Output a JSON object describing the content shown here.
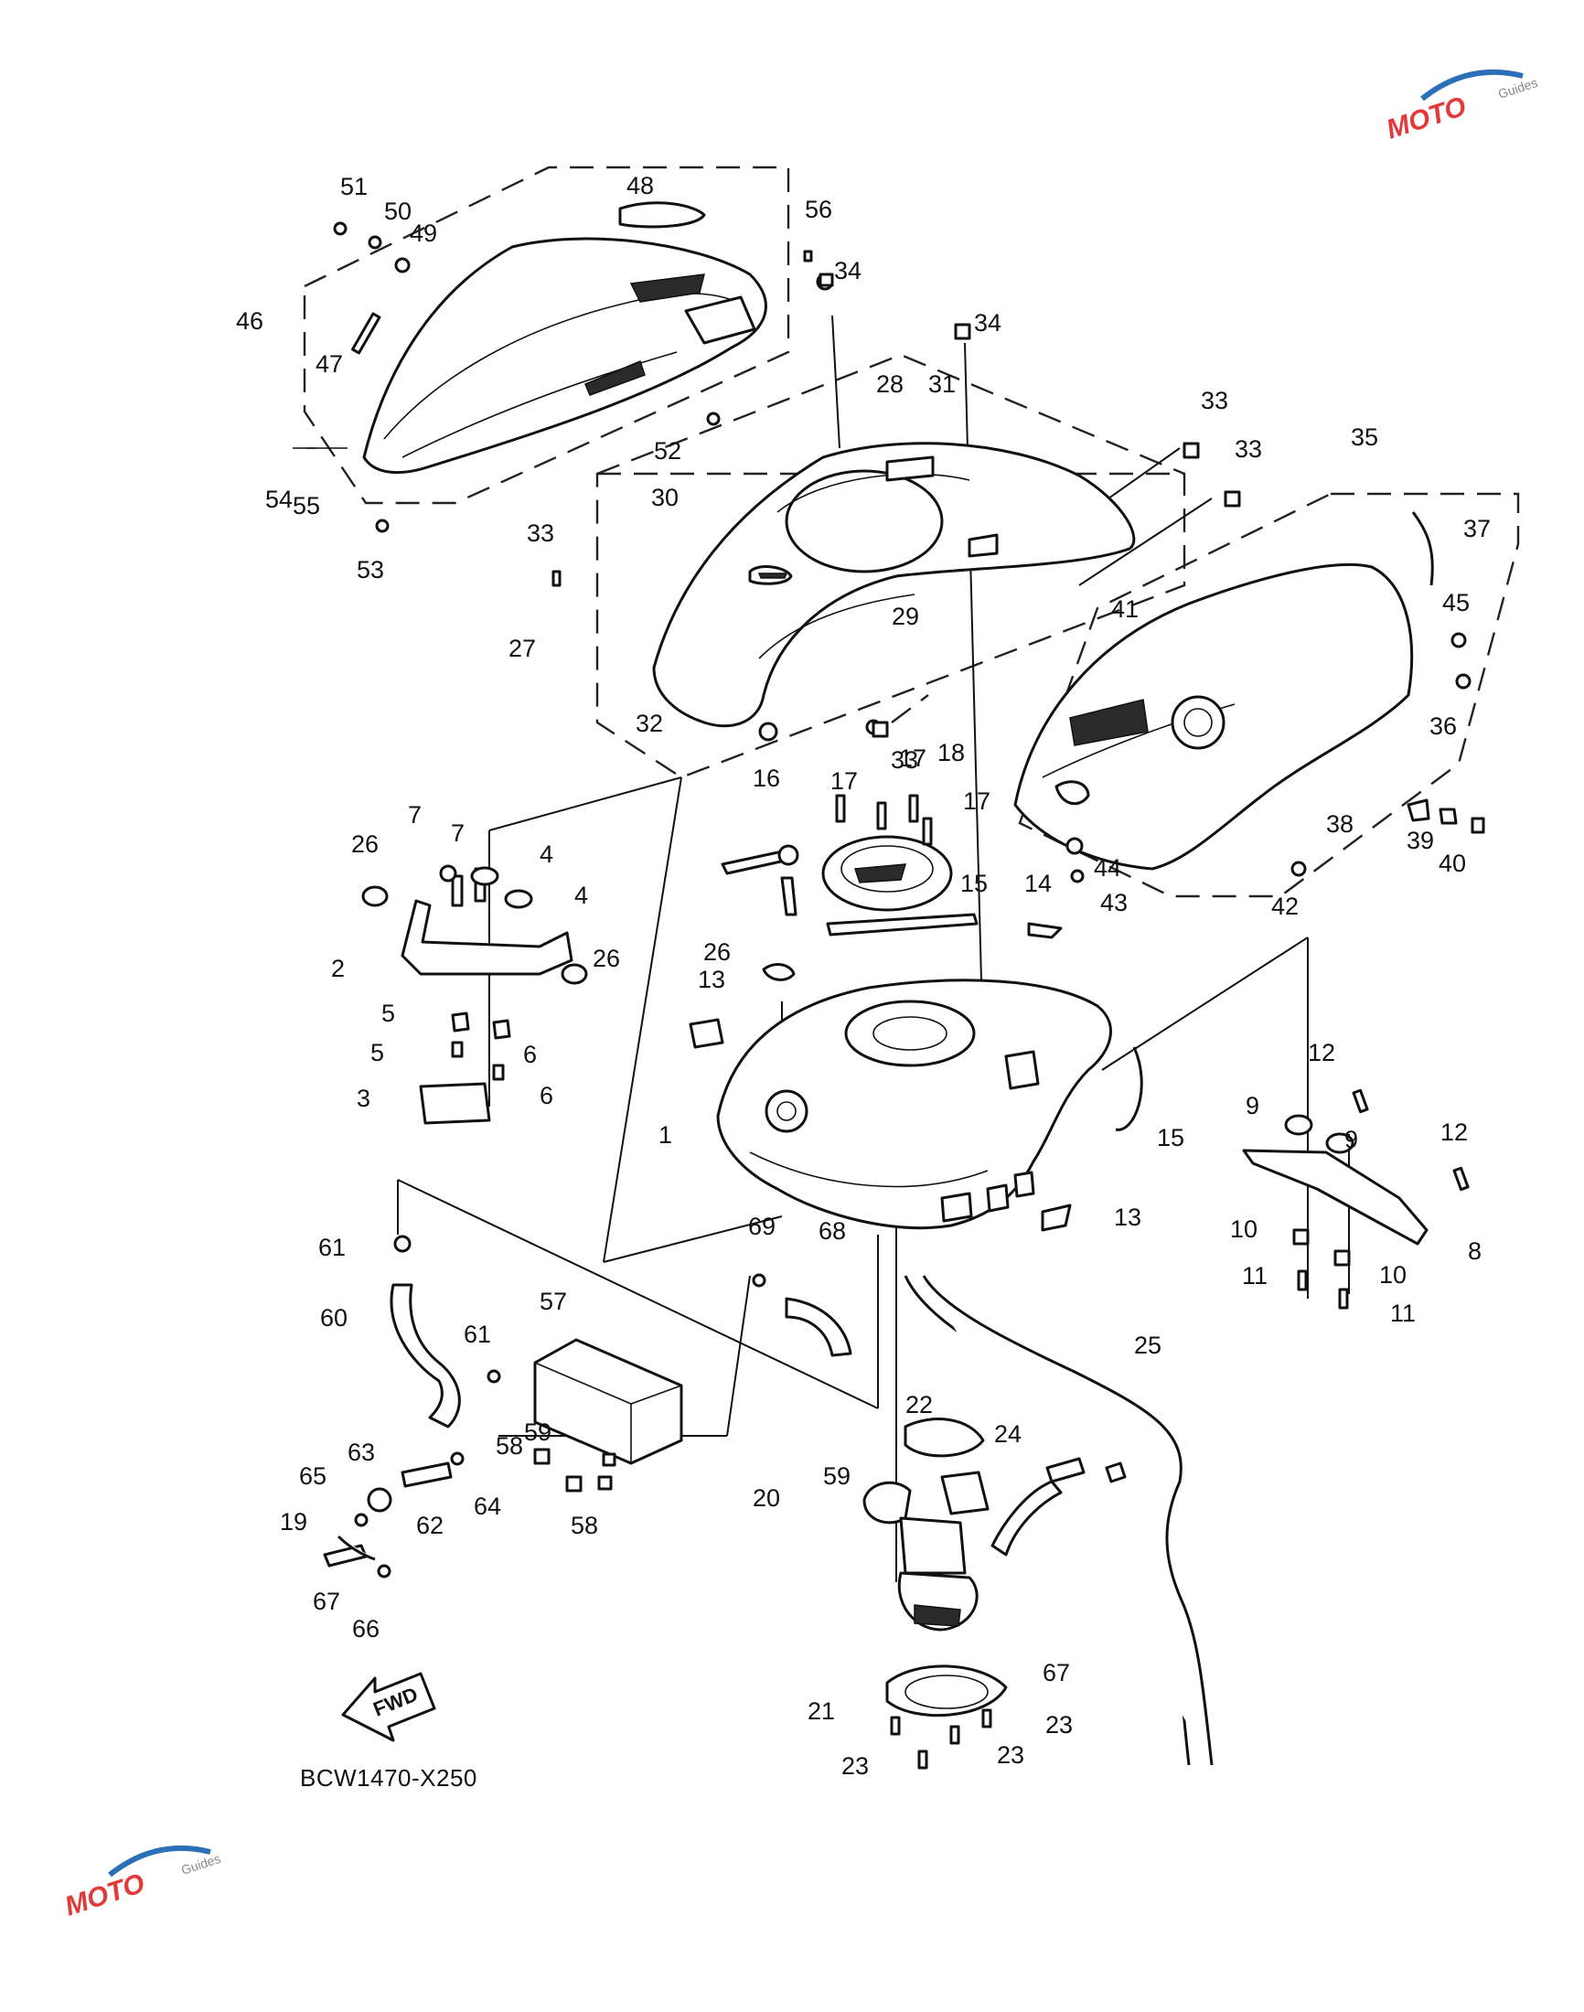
{
  "diagram": {
    "code": "BCW1470-X250",
    "fwd_label": "FWD",
    "watermark_text": "MOTO",
    "watermark_subtext": "Guides",
    "watermark_colors": {
      "accent": "#e23a3a",
      "secondary": "#2b6fb8",
      "dot": "#d7d7d7"
    },
    "callouts": [
      "51",
      "50",
      "49",
      "48",
      "56",
      "34",
      "46",
      "47",
      "54",
      "55",
      "53",
      "52",
      "34",
      "28",
      "31",
      "30",
      "33",
      "33",
      "35",
      "37",
      "45",
      "33",
      "27",
      "29",
      "32",
      "33",
      "36",
      "41",
      "16",
      "17",
      "17",
      "18",
      "17",
      "38",
      "39",
      "40",
      "44",
      "43",
      "42",
      "7",
      "7",
      "4",
      "26",
      "4",
      "2",
      "26",
      "5",
      "6",
      "5",
      "6",
      "3",
      "15",
      "14",
      "26",
      "13",
      "1",
      "15",
      "13",
      "12",
      "9",
      "9",
      "12",
      "8",
      "10",
      "11",
      "10",
      "11",
      "61",
      "69",
      "68",
      "57",
      "60",
      "61",
      "25",
      "59",
      "58",
      "22",
      "24",
      "63",
      "65",
      "64",
      "62",
      "58",
      "59",
      "20",
      "19",
      "67",
      "66",
      "67",
      "21",
      "23",
      "23",
      "23",
      "23"
    ]
  }
}
